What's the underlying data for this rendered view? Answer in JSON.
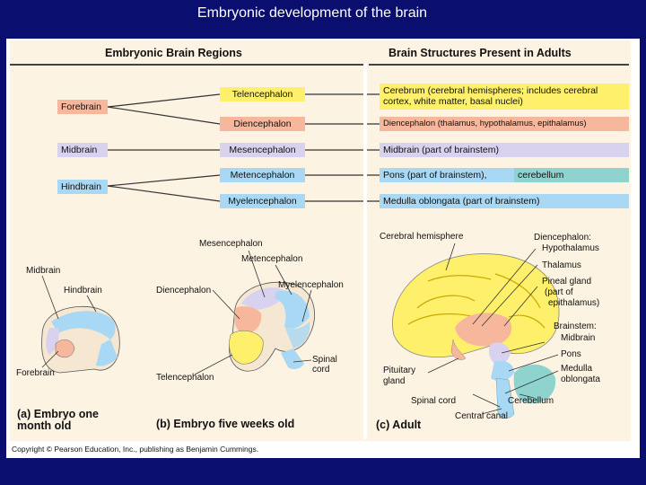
{
  "slide": {
    "title": "Embryonic development of the brain"
  },
  "headers": {
    "left": "Embryonic Brain Regions",
    "right": "Brain Structures Present in Adults"
  },
  "regions": [
    {
      "label": "Forebrain",
      "color": "#f7b79c"
    },
    {
      "label": "Midbrain",
      "color": "#d9d2ee"
    },
    {
      "label": "Hindbrain",
      "color": "#a8d8f3"
    }
  ],
  "subdivisions": [
    {
      "label": "Telencephalon",
      "color": "#fff06b"
    },
    {
      "label": "Diencephalon",
      "color": "#f7b79c"
    },
    {
      "label": "Mesencephalon",
      "color": "#d9d2ee"
    },
    {
      "label": "Metencephalon",
      "color": "#a8d8f3"
    },
    {
      "label": "Myelencephalon",
      "color": "#a8d8f3"
    }
  ],
  "adult_structures": [
    {
      "label": "Cerebrum (cerebral hemispheres; includes cerebral cortex, white matter, basal nuclei)",
      "color": "#fff06b"
    },
    {
      "label": "Diencephalon (thalamus, hypothalamus, epithalamus)",
      "color": "#f7b79c"
    },
    {
      "label": "Midbrain (part of brainstem)",
      "color": "#d9d2ee"
    },
    {
      "label": "Pons (part of brainstem),",
      "label2": "cerebellum",
      "color": "#a8d8f3",
      "color2": "#8fd3cf"
    },
    {
      "label": "Medulla oblongata (part of brainstem)",
      "color": "#a8d8f3"
    }
  ],
  "panel_a": {
    "labels": [
      "Midbrain",
      "Hindbrain",
      "Forebrain"
    ],
    "caption": "(a) Embryo one month old"
  },
  "panel_b": {
    "labels": [
      "Mesencephalon",
      "Metencephalon",
      "Diencephalon",
      "Myelencephalon",
      "Spinal cord",
      "Telencephalon"
    ],
    "caption": "(b) Embryo five weeks old"
  },
  "panel_c": {
    "labels": [
      "Cerebral hemisphere",
      "Diencephalon:",
      "Hypothalamus",
      "Thalamus",
      "Pineal gland",
      "(part of",
      "epithalamus)",
      "Brainstem:",
      "Midbrain",
      "Pons",
      "Medulla",
      "oblongata",
      "Pituitary",
      "gland",
      "Spinal cord",
      "Cerebellum",
      "Central canal"
    ],
    "caption": "(c) Adult"
  },
  "copyright": "Copyright © Pearson Education, Inc., publishing as Benjamin Cummings."
}
